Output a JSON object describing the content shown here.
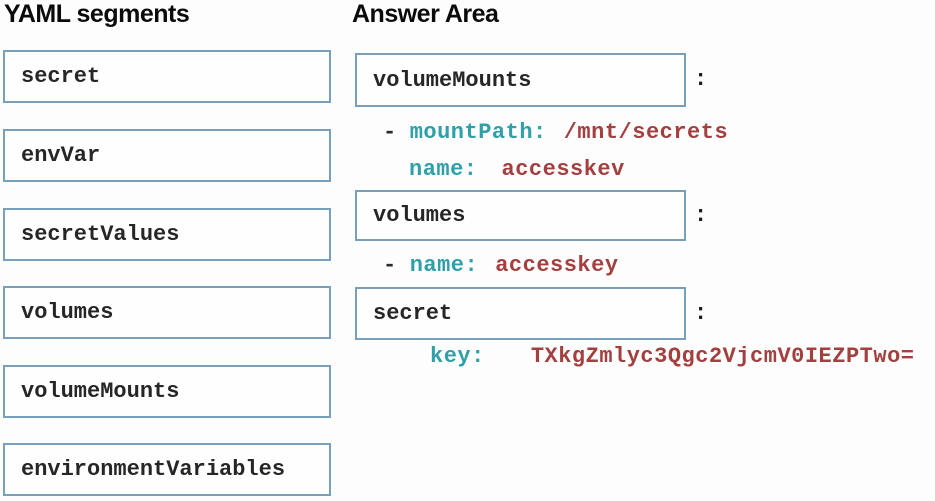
{
  "colors": {
    "box_border": "#78a0b8",
    "yaml_key_teal": "#2f9fa8",
    "yaml_value_red": "#a43f3f",
    "text_dark": "#262626",
    "background": "#fcfdfc"
  },
  "left_panel": {
    "title": "YAML segments",
    "segments": [
      {
        "label": "secret"
      },
      {
        "label": "envVar"
      },
      {
        "label": "secretValues"
      },
      {
        "label": "volumes"
      },
      {
        "label": "volumeMounts"
      },
      {
        "label": "environmentVariables"
      }
    ]
  },
  "answer_area": {
    "title": "Answer Area",
    "colon": ":",
    "slots": [
      {
        "label": "volumeMounts"
      },
      {
        "label": "volumes"
      },
      {
        "label": "secret"
      }
    ],
    "code_lines": [
      {
        "dash": "-",
        "key": "mountPath:",
        "value": "/mnt/secrets"
      },
      {
        "dash": "",
        "key": "name:",
        "value": "accesskev"
      },
      {
        "dash": "-",
        "key": "name:",
        "value": "accesskey"
      },
      {
        "dash": "",
        "key": "key:",
        "value": "TXkgZmlyc3Qgc2VjcmV0IEZPTwo="
      }
    ]
  }
}
